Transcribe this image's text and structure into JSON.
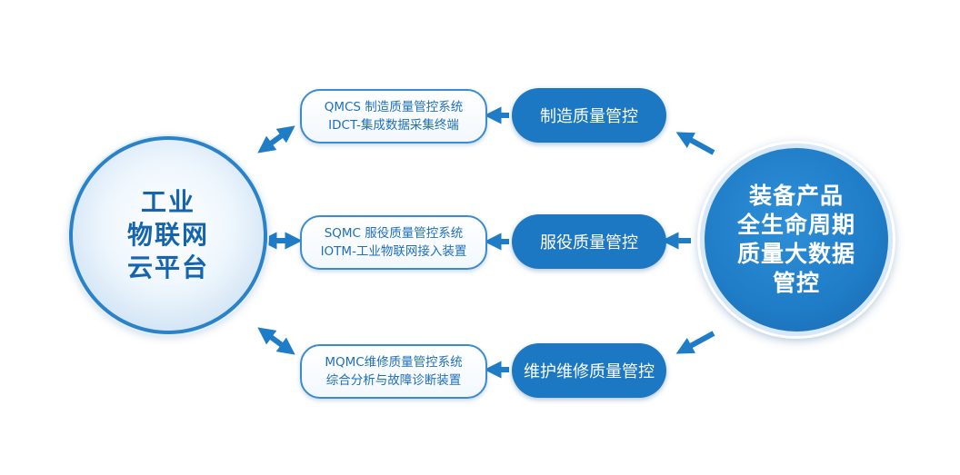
{
  "platform": {
    "lines": [
      "工业",
      "物联网",
      "云平台"
    ]
  },
  "lifecycle": {
    "lines": [
      "装备产品",
      "全生命周期",
      "质量大数据",
      "管控"
    ]
  },
  "stages": [
    {
      "pill": "制造质量管控",
      "system_lines": [
        "QMCS  制造质量管控系统",
        "IDCT-集成数据采集终端"
      ]
    },
    {
      "pill": "服役质量管控",
      "system_lines": [
        "SQMC   服役质量管控系统",
        "IOTM-工业物联网接入装置"
      ]
    },
    {
      "pill": "维护维修质量管控",
      "system_lines": [
        "MQMC维修质量管控系统",
        "综合分析与故障诊断装置"
      ]
    }
  ],
  "colors": {
    "primary_blue": "#1d78c3",
    "arrow_blue": "#1f7cc6",
    "text_blue": "#1f6fb8",
    "circle_border": "#2a82c8"
  }
}
